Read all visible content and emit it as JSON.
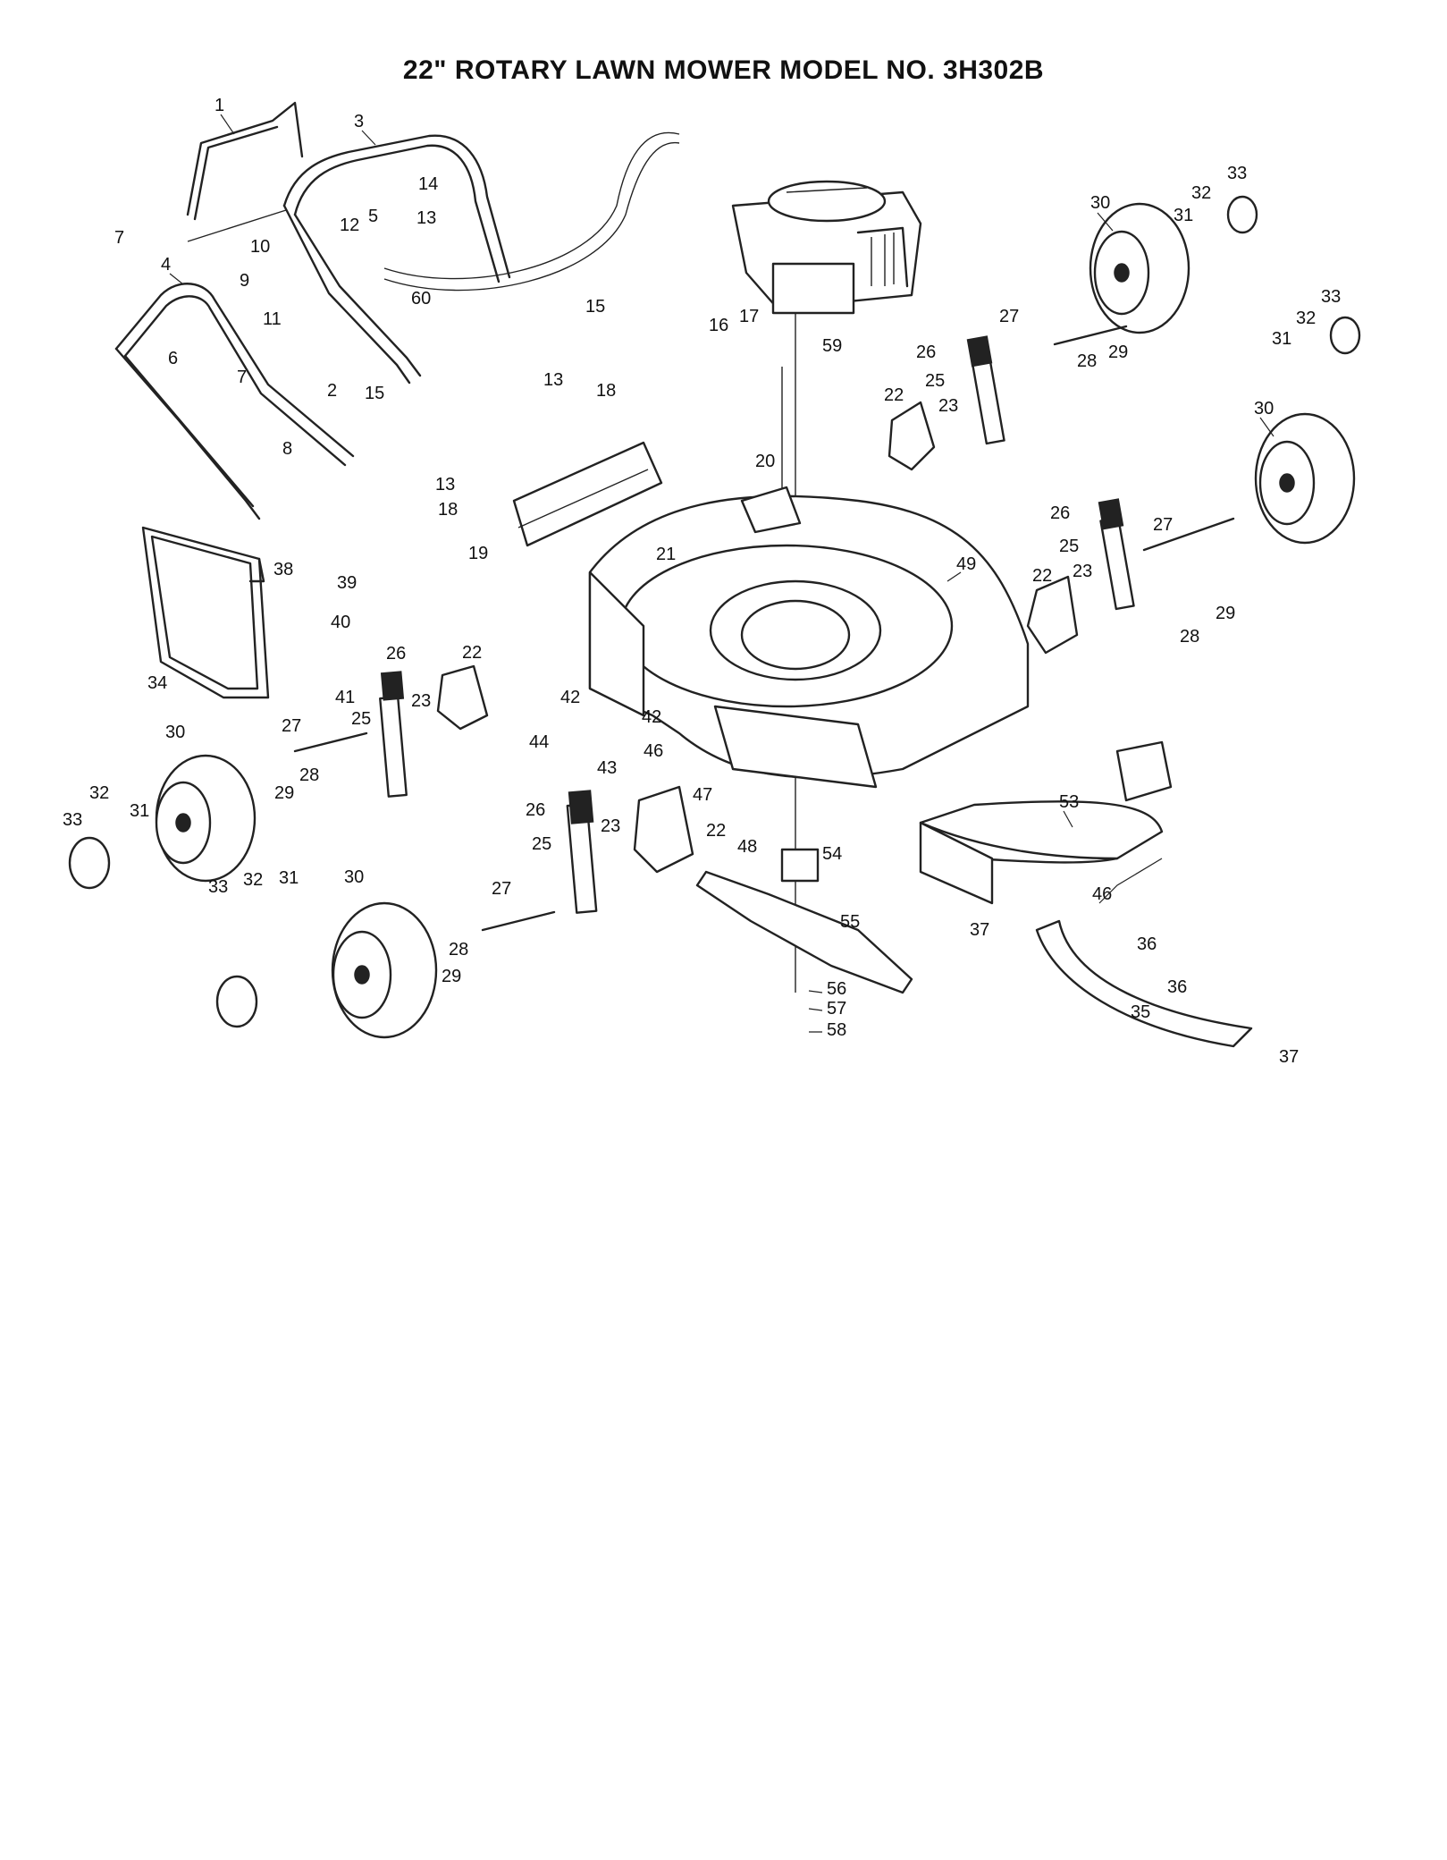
{
  "title": "22\" ROTARY LAWN MOWER MODEL NO.  3H302B",
  "callouts": [
    "1",
    "2",
    "3",
    "4",
    "5",
    "6",
    "7",
    "8",
    "9",
    "10",
    "11",
    "12",
    "13",
    "14",
    "15",
    "16",
    "17",
    "18",
    "19",
    "20",
    "21",
    "22",
    "23",
    "25",
    "26",
    "27",
    "28",
    "29",
    "30",
    "31",
    "32",
    "33",
    "34",
    "35",
    "36",
    "37",
    "38",
    "39",
    "40",
    "41",
    "42",
    "43",
    "44",
    "46",
    "47",
    "48",
    "49",
    "53",
    "54",
    "55",
    "56",
    "57",
    "58",
    "59",
    "60"
  ]
}
